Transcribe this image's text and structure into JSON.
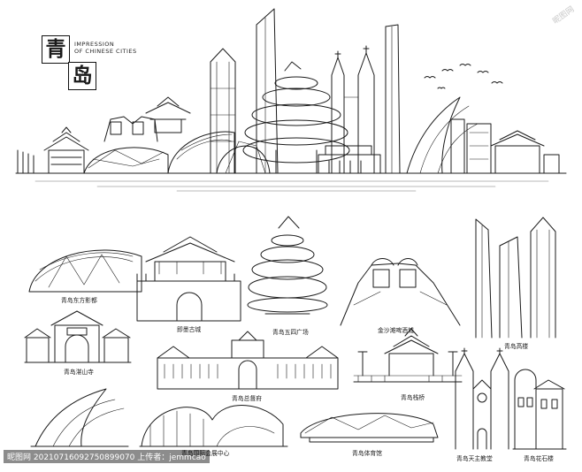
{
  "header": {
    "char1": "青",
    "char2": "岛",
    "subtitle_line1": "IMPRESSION",
    "subtitle_line2": "OF CHINESE CITIES"
  },
  "landmarks": [
    {
      "id": "oriental-film-city",
      "label": "青岛东方影都"
    },
    {
      "id": "jimo-ancient-city",
      "label": "即墨古城"
    },
    {
      "id": "may-fourth-square",
      "label": "青岛五四广场"
    },
    {
      "id": "beer-city",
      "label": "金沙滩啤酒城"
    },
    {
      "id": "high-rises",
      "label": "青岛高楼"
    },
    {
      "id": "zhanshan-temple",
      "label": "青岛湛山寺"
    },
    {
      "id": "governors-mansion",
      "label": "青岛总督府"
    },
    {
      "id": "zhan-bridge",
      "label": "青岛栈桥"
    },
    {
      "id": "exhibition-center",
      "label": "青岛国际会展中心"
    },
    {
      "id": "stadium",
      "label": "青岛体育馆"
    },
    {
      "id": "catholic-church",
      "label": "青岛天主教堂"
    },
    {
      "id": "huashi-building",
      "label": "青岛花石楼"
    }
  ],
  "watermark": {
    "text": "昵图网 20210716092750899070 上传者：jemmcao"
  },
  "corner_logo": "昵图网"
}
